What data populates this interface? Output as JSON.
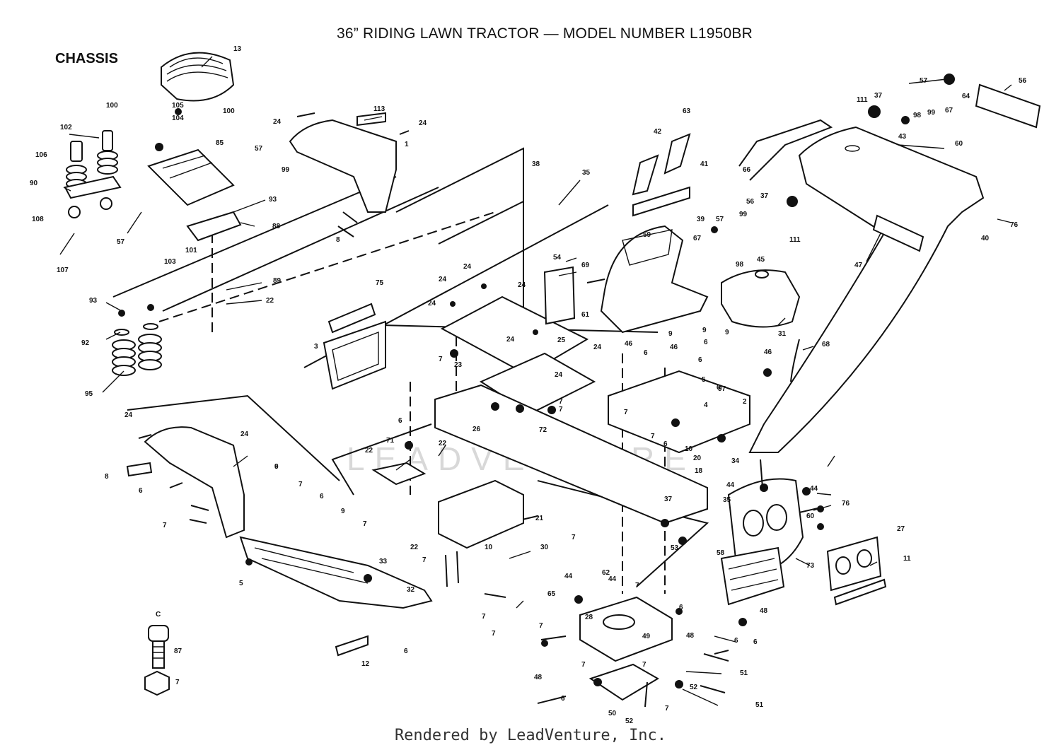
{
  "header": {
    "title": "36” RIDING LAWN TRACTOR — MODEL NUMBER L1950BR",
    "section": "CHASSIS"
  },
  "footer": {
    "text": "Rendered by LeadVenture, Inc."
  },
  "watermark": {
    "text": "LEADVENTURE"
  },
  "callouts": [
    "13",
    "105",
    "104",
    "100",
    "100",
    "102",
    "106",
    "90",
    "108",
    "107",
    "85",
    "57",
    "57",
    "99",
    "93",
    "88",
    "101",
    "103",
    "89",
    "22",
    "93",
    "92",
    "95",
    "24",
    "24",
    "113",
    "24",
    "1",
    "8",
    "24",
    "24",
    "24",
    "24",
    "24",
    "24",
    "24",
    "75",
    "3",
    "7",
    "23",
    "25",
    "38",
    "35",
    "54",
    "69",
    "61",
    "42",
    "63",
    "41",
    "66",
    "39",
    "59",
    "67",
    "57",
    "99",
    "98",
    "56",
    "37",
    "111",
    "111",
    "37",
    "57",
    "98",
    "99",
    "67",
    "64",
    "56",
    "43",
    "60",
    "76",
    "40",
    "47",
    "45",
    "31",
    "68",
    "46",
    "46",
    "46",
    "9",
    "9",
    "9",
    "6",
    "6",
    "6",
    "5",
    "4",
    "6",
    "2",
    "97",
    "24",
    "8",
    "6",
    "7",
    "6",
    "7",
    "6",
    "9",
    "7",
    "5",
    "33",
    "32",
    "71",
    "22",
    "22",
    "26",
    "72",
    "7",
    "7",
    "6",
    "9",
    "6",
    "7",
    "10",
    "7",
    "34",
    "20",
    "18",
    "21",
    "22",
    "10",
    "7",
    "7",
    "62",
    "37",
    "35",
    "44",
    "44",
    "76",
    "60",
    "53",
    "58",
    "73",
    "27",
    "11",
    "30",
    "65",
    "28",
    "7",
    "7",
    "44",
    "44",
    "7",
    "6",
    "48",
    "6",
    "7",
    "49",
    "48",
    "6",
    "7",
    "7",
    "51",
    "48",
    "6",
    "52",
    "50",
    "52",
    "7",
    "51",
    "12",
    "6",
    "C",
    "87",
    "7"
  ]
}
